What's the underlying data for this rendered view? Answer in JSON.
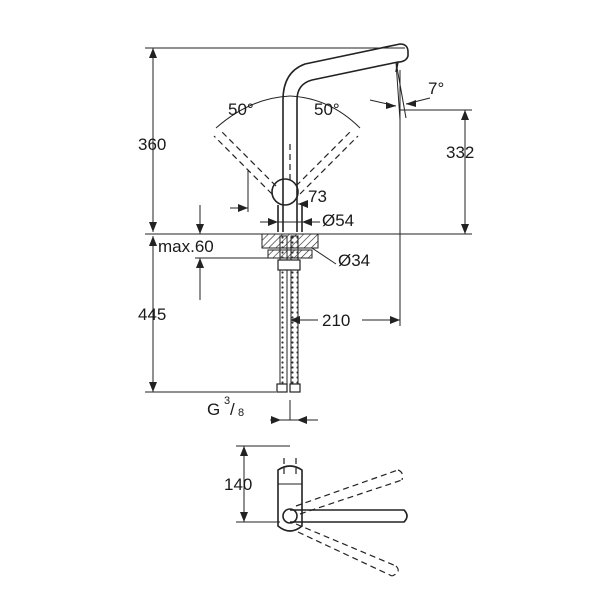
{
  "drawing": {
    "front_view": {
      "height_total": "360",
      "height_spout": "332",
      "height_below": "445",
      "angle_left": "50°",
      "angle_right": "50°",
      "angle_spout": "7°",
      "lever_offset": "73",
      "diameter_body": "Ø54",
      "diameter_hole": "Ø34",
      "max_thickness": "max.60",
      "reach": "210",
      "thread_label": "G",
      "thread_numerator": "3",
      "thread_denominator": "8"
    },
    "top_view": {
      "depth": "140"
    }
  },
  "colors": {
    "line": "#222222",
    "background": "#ffffff"
  }
}
